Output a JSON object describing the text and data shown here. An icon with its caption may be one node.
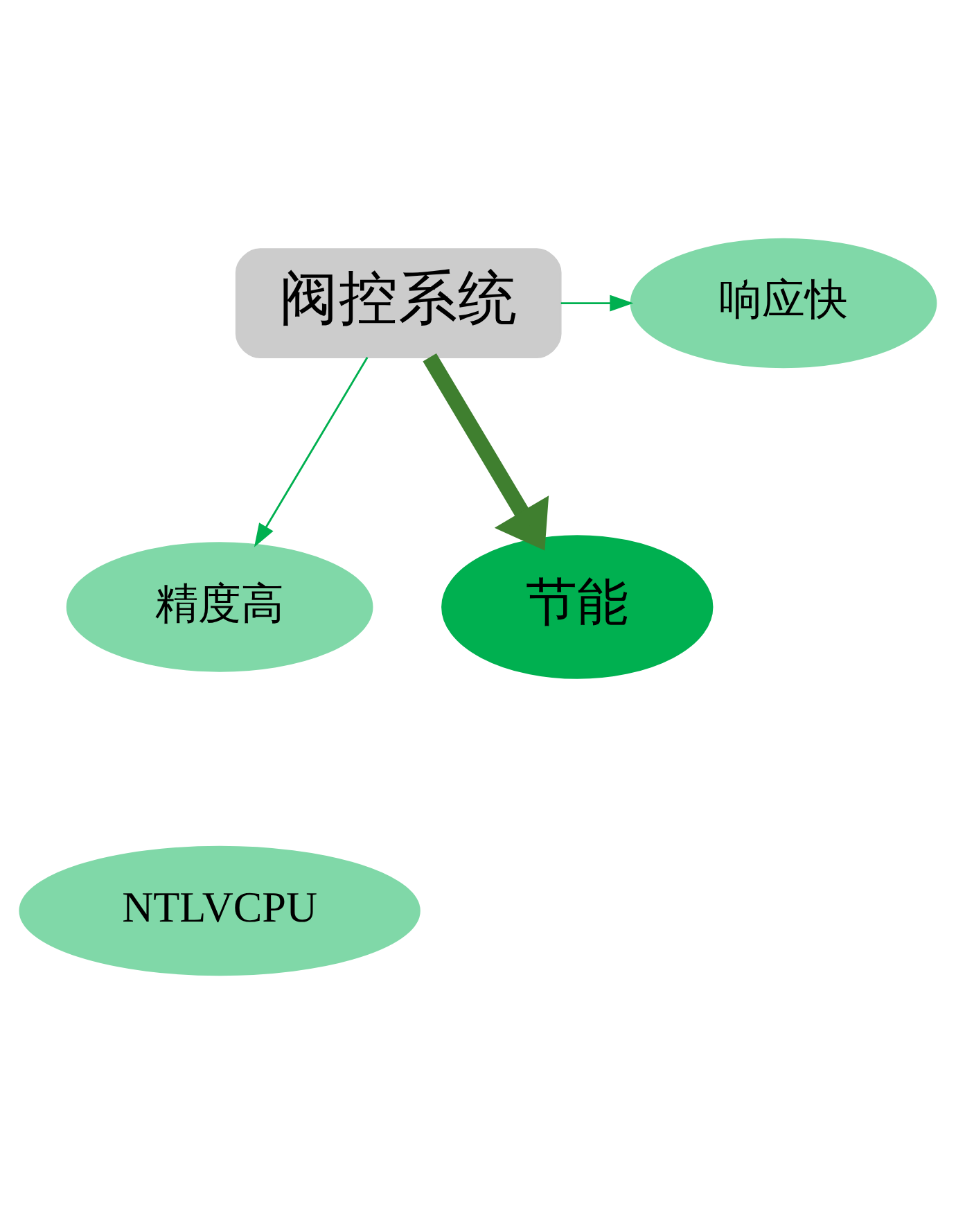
{
  "diagram": {
    "nodes": [
      {
        "text": [
          "阀控系统"
        ]
      },
      {
        "text": [
          "响应快"
        ]
      },
      {
        "text": [
          "精度高"
        ]
      },
      {
        "text": [
          "NTLVCPU"
        ]
      },
      {
        "text": [
          "节能"
        ]
      }
    ],
    "edges": [
      {
        "from": 0,
        "to": 1,
        "arrow": "to"
      },
      {
        "from": 0,
        "to": 2,
        "arrow": "to"
      },
      {
        "from": 0,
        "to": 4,
        "arrow": "to",
        "style": "thick",
        "color": "#3f7f2f"
      }
    ]
  }
}
